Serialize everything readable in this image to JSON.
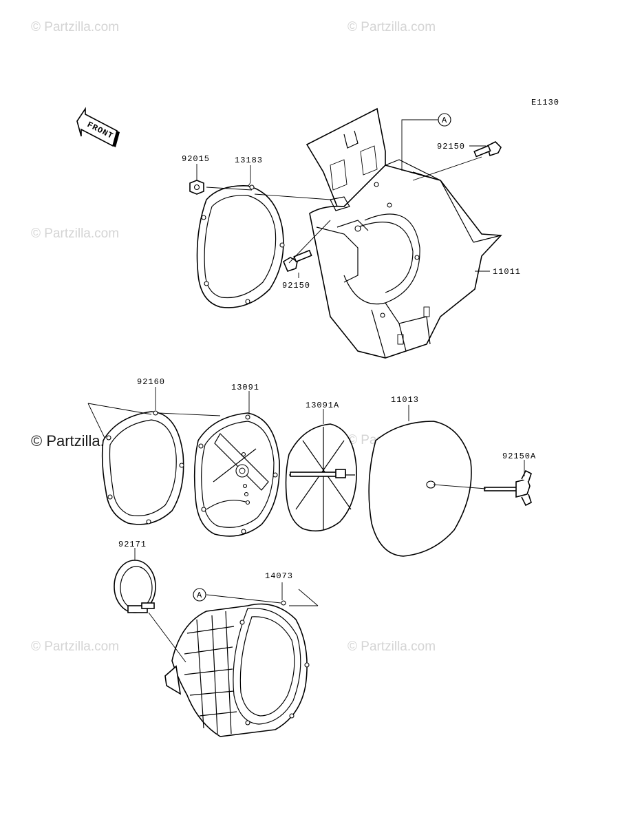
{
  "diagram_code": "E1130",
  "front_arrow_label": "FRONT",
  "ref_marker": "A",
  "watermark": "© Partzilla.com",
  "watermark_main": "© Partzilla.com",
  "part_labels": {
    "p92015": "92015",
    "p13183": "13183",
    "p92150_top": "92150",
    "p92150_left": "92150",
    "p11011": "11011",
    "p92160": "92160",
    "p13091": "13091",
    "p13091A": "13091A",
    "p11013": "11013",
    "p92150A": "92150A",
    "p92171": "92171",
    "p14073": "14073"
  }
}
